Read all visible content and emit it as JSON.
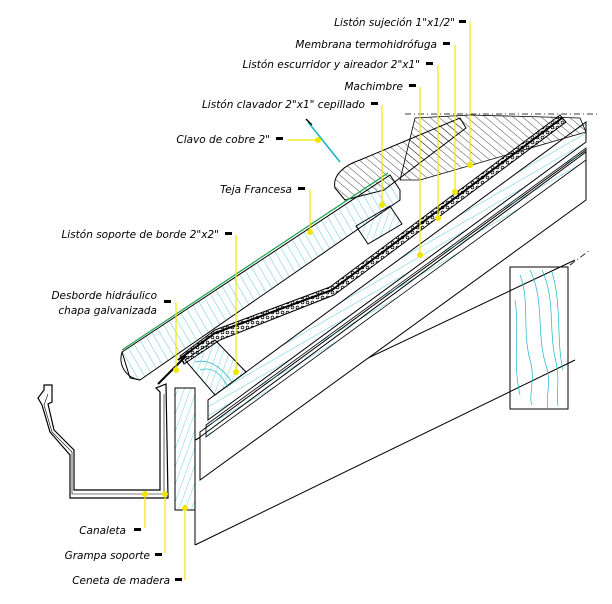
{
  "labels": {
    "liston_sujecion": "Listón sujeción 1\"x1/2\"",
    "membrana": "Membrana termohidrófuga",
    "liston_escurridor": "Listón escurridor y aireador 2\"x1\"",
    "machimbre": "Machimbre",
    "liston_clavador": "Listón clavador 2\"x1\" cepillado",
    "clavo": "Clavo de cobre 2\"",
    "teja": "Teja Francesa",
    "liston_soporte": "Listón soporte de borde 2\"x2\"",
    "desborde_1": "Desborde hidráulico",
    "desborde_2": "chapa galvanizada",
    "canaleta": "Canaleta",
    "grampa": "Grampa soporte",
    "ceneta": "Ceneta de madera"
  },
  "colors": {
    "leader": "#f2e600",
    "hatch": "#19b5c8",
    "tile_edge": "#19a24a"
  }
}
